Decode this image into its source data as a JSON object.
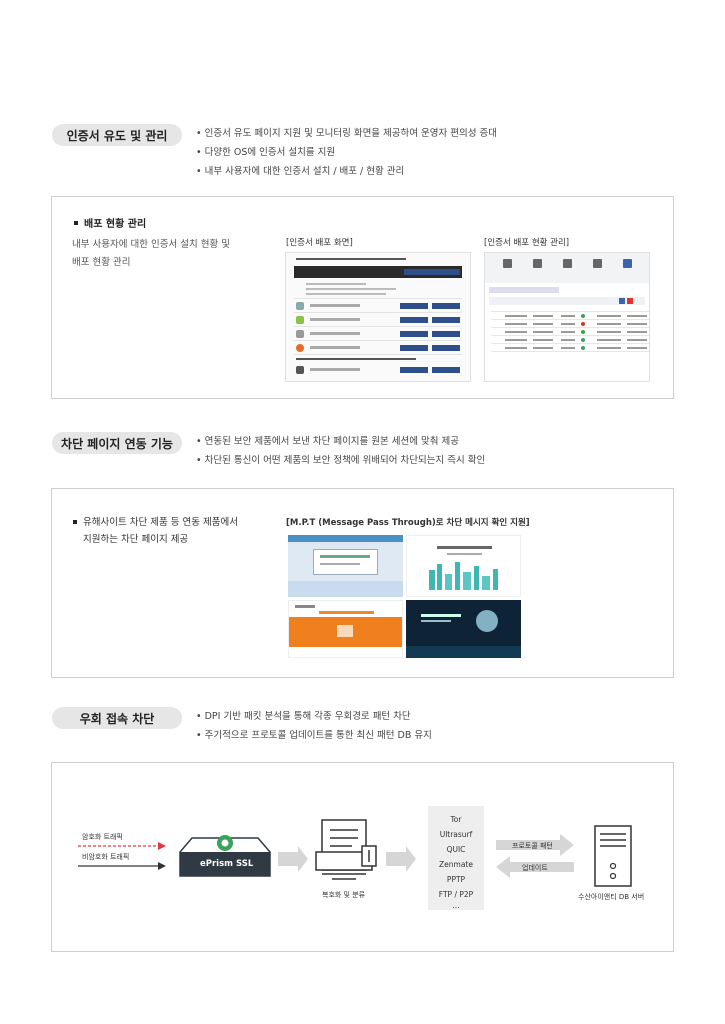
{
  "sections": [
    {
      "title": "인증서 유도 및 관리",
      "bullets": [
        "인증서 유도 페이지 지원 및 모니터링 화면을 제공하여 운영자 편의성 증대",
        "다양한 OS에 인증서 설치를 지원",
        "내부 사용자에 대한 인증서 설치 / 배포 / 현황 관리"
      ]
    },
    {
      "title": "차단 페이지 연동 기능",
      "bullets": [
        "연동된 보안 제품에서 보낸 차단 페이지를 원본 세션에 맞춰 제공",
        "차단된 통신이 어떤 제품의 보안 정책에 위배되어 차단되는지 즉시 확인"
      ]
    },
    {
      "title": "우회 접속 차단",
      "bullets": [
        "DPI 기반 패킷 분석을 통해 각종 우회경로 패턴 차단",
        "주기적으로 프로토콜 업데이트를 통한 최신 패턴 DB 유지"
      ]
    }
  ],
  "box1": {
    "heading": "배포 현황 관리",
    "desc_line1": "내부 사용자에 대한 인증서 설치 현황 및",
    "desc_line2": "배포 현황 관리",
    "caption_left": "[인증서 배포 화면]",
    "caption_right": "[인증서 배포 현황 관리]"
  },
  "box2": {
    "heading_line1": "유해사이트 차단 제품 등 연동 제품에서",
    "heading_line2": "지원하는 차단 페이지 제공",
    "caption": "[M.P.T (Message Pass Through)로 차단 메시지 확인 지원]"
  },
  "diagram": {
    "encrypted_label": "암호화 트래픽",
    "plain_label": "비암호화 트래픽",
    "device_name": "ePrism SSL",
    "decrypt_label": "복호화 및 분류",
    "protocols": [
      "Tor",
      "Ultrasurf",
      "QUIC",
      "Zenmate",
      "PPTP",
      "FTP / P2P",
      "..."
    ],
    "pattern_label": "프로토콜 패턴",
    "update_label": "업데이트",
    "server_label": "수산아이앤티 DB 서버"
  },
  "colors": {
    "pill_bg": "#e6e6e6",
    "accent_green": "#3aa35a",
    "arrow_red": "#e0393e",
    "device_dark": "#2f3a44"
  }
}
